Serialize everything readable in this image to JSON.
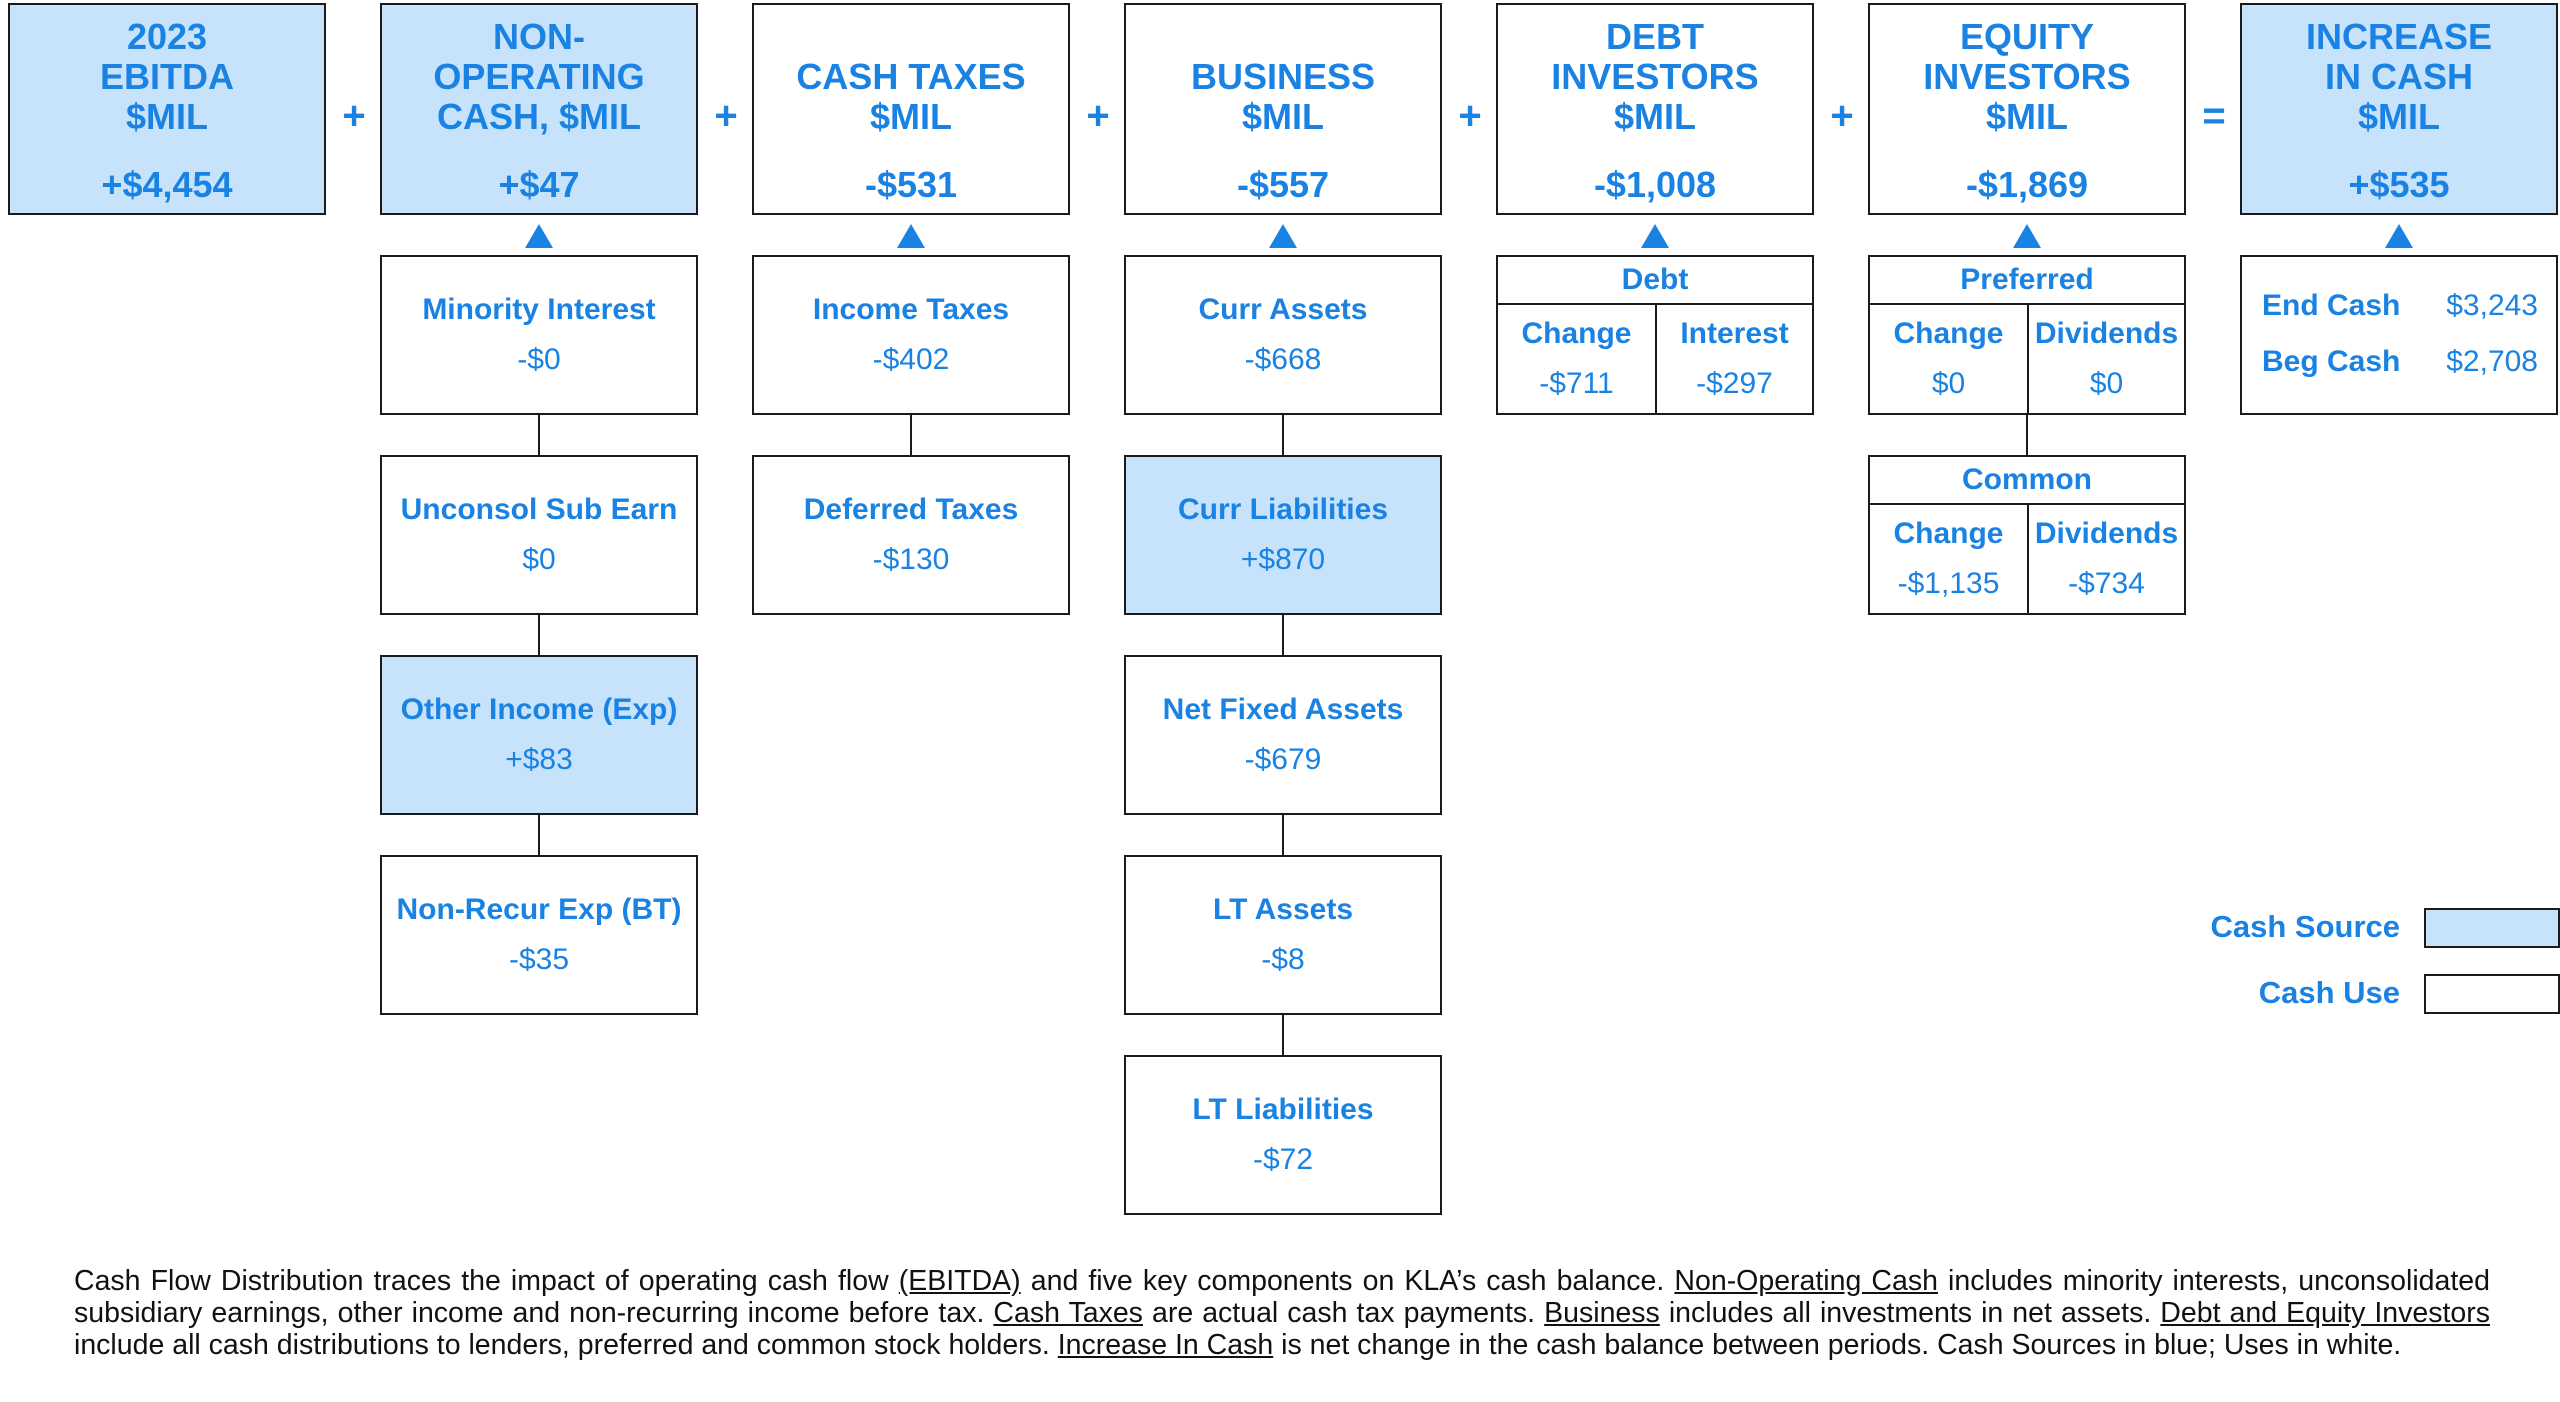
{
  "headers": {
    "ebitda": {
      "line1": "2023",
      "line2": "EBITDA",
      "line3": "$MIL",
      "value": "+$4,454"
    },
    "nonop": {
      "line1": "NON-",
      "line2": "OPERATING",
      "line3": "CASH, $MIL",
      "value": "+$47"
    },
    "taxes": {
      "line1": "CASH TAXES",
      "line2": "$MIL",
      "value": "-$531"
    },
    "business": {
      "line1": "BUSINESS",
      "line2": "$MIL",
      "value": "-$557"
    },
    "debt": {
      "line1": "DEBT",
      "line2": "INVESTORS",
      "line3": "$MIL",
      "value": "-$1,008"
    },
    "equity": {
      "line1": "EQUITY",
      "line2": "INVESTORS",
      "line3": "$MIL",
      "value": "-$1,869"
    },
    "increase": {
      "line1": "INCREASE",
      "line2": "IN CASH",
      "line3": "$MIL",
      "value": "+$535"
    }
  },
  "operators": {
    "plus": "+",
    "equals": "="
  },
  "nonop_items": [
    {
      "label": "Minority Interest",
      "value": "-$0"
    },
    {
      "label": "Unconsol Sub Earn",
      "value": "$0"
    },
    {
      "label": "Other Income (Exp)",
      "value": "+$83"
    },
    {
      "label": "Non-Recur Exp (BT)",
      "value": "-$35"
    }
  ],
  "tax_items": [
    {
      "label": "Income Taxes",
      "value": "-$402"
    },
    {
      "label": "Deferred Taxes",
      "value": "-$130"
    }
  ],
  "business_items": [
    {
      "label": "Curr Assets",
      "value": "-$668"
    },
    {
      "label": "Curr Liabilities",
      "value": "+$870"
    },
    {
      "label": "Net Fixed Assets",
      "value": "-$679"
    },
    {
      "label": "LT Assets",
      "value": "-$8"
    },
    {
      "label": "LT Liabilities",
      "value": "-$72"
    }
  ],
  "debt_detail": {
    "title": "Debt",
    "col1": "Change",
    "col2": "Interest",
    "val1": "-$711",
    "val2": "-$297"
  },
  "preferred_detail": {
    "title": "Preferred",
    "col1": "Change",
    "col2": "Dividends",
    "val1": "$0",
    "val2": "$0"
  },
  "common_detail": {
    "title": "Common",
    "col1": "Change",
    "col2": "Dividends",
    "val1": "-$1,135",
    "val2": "-$734"
  },
  "cash_detail": {
    "end_label": "End Cash",
    "end_value": "$3,243",
    "beg_label": "Beg Cash",
    "beg_value": "$2,708"
  },
  "legend": {
    "source_label": "Cash Source",
    "use_label": "Cash Use"
  },
  "footer": {
    "p1": "Cash Flow Distribution traces the impact of operating cash flow ",
    "u1": "(EBITDA)",
    "p2": " and five key components on KLA’s cash balance. ",
    "u2": "Non-Operating  Cash",
    "p3": " includes minority interests, unconsolidated subsidiary earnings, other income and non-recurring  income before tax. ",
    "u3": "Cash Taxes",
    "p4": " are actual cash tax payments. ",
    "u4": "Business",
    "p5": " includes all investments in net assets. ",
    "u5": "Debt and Equity Investors",
    "p6": " include all cash distributions to lenders, preferred and common stock holders. ",
    "u6": "Increase In Cash",
    "p7": " is net change in the cash balance between periods. Cash Sources in blue; Uses in white."
  },
  "colors": {
    "accent": "#1a82e2",
    "source_fill": "#c7e3fb",
    "border": "#1a1a1a"
  }
}
